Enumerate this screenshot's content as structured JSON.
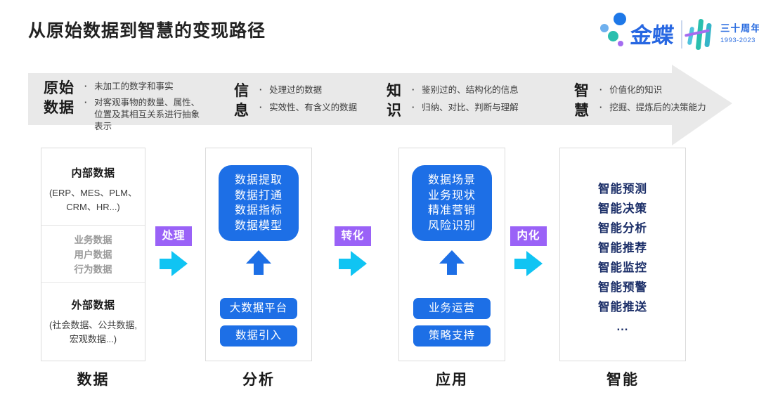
{
  "page_title": "从原始数据到智慧的变现路径",
  "logo": {
    "brand": "金蝶",
    "anniversary": "三十周年",
    "years": "1993-2023"
  },
  "banner": {
    "bullet_char": "·",
    "stages": [
      {
        "title_lines": [
          "原始",
          "数据"
        ],
        "bullets": [
          "未加工的数字和事实",
          "对客观事物的数量、属性、位置及其相互关系进行抽象表示"
        ]
      },
      {
        "title_lines": [
          "信",
          "息"
        ],
        "bullets": [
          "处理过的数据",
          "实效性、有含义的数据"
        ]
      },
      {
        "title_lines": [
          "知",
          "识"
        ],
        "bullets": [
          "鉴别过的、结构化的信息",
          "归纳、对比、判断与理解"
        ]
      },
      {
        "title_lines": [
          "智",
          "慧"
        ],
        "bullets": [
          "价值化的知识",
          "挖掘、提炼后的决策能力"
        ]
      }
    ]
  },
  "flow_arrows": [
    {
      "label": "处理"
    },
    {
      "label": "转化"
    },
    {
      "label": "内化"
    }
  ],
  "columns": [
    {
      "label": "数据",
      "inner": {
        "heading": "内部数据",
        "detail": "(ERP、MES、PLM、CRM、HR...)"
      },
      "middle_items": [
        "业务数据",
        "用户数据",
        "行为数据"
      ],
      "outer": {
        "heading": "外部数据",
        "detail": "(社会数据、公共数据, 宏观数据...)"
      }
    },
    {
      "label": "分析",
      "main_box_lines": [
        "数据提取",
        "数据打通",
        "数据指标",
        "数据模型"
      ],
      "buttons": [
        "大数据平台",
        "数据引入"
      ]
    },
    {
      "label": "应用",
      "main_box_lines": [
        "数据场景",
        "业务现状",
        "精准营销",
        "风险识别"
      ],
      "buttons": [
        "业务运营",
        "策略支持"
      ]
    },
    {
      "label": "智能",
      "items": [
        "智能预测",
        "智能决策",
        "智能分析",
        "智能推荐",
        "智能监控",
        "智能预警",
        "智能推送",
        "..."
      ]
    }
  ],
  "colors": {
    "accent_blue": "#1d6fe6",
    "label_purple": "#9a62f7",
    "arrow_cyan": "#10c4f3",
    "navy_text": "#1b2e68",
    "banner_gray": "#e9e9e9",
    "logo_blue": "#2767e2",
    "logo_teal": "#2abfae",
    "logo_purple": "#a46cf0"
  }
}
